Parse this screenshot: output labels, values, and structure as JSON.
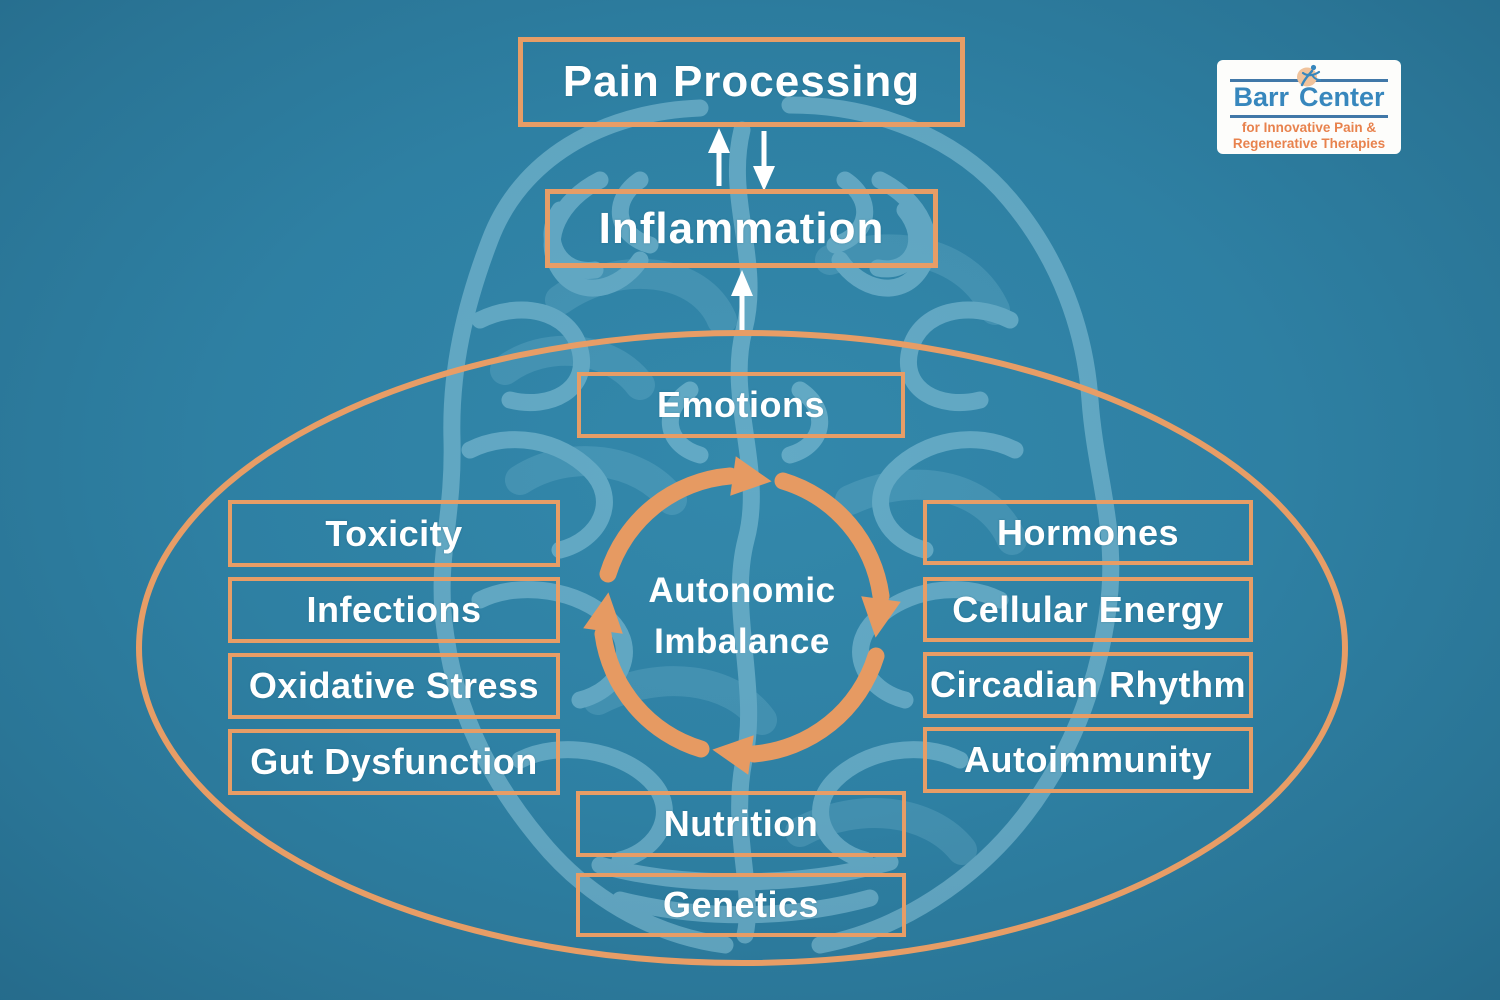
{
  "title": "Autonomic Imbalance pain cycle infographic",
  "colors": {
    "background_teal": "#2e80a3",
    "accent_orange": "#e79d66",
    "text_white": "#ffffff",
    "brain_sketch_blue": "#a6d9ea",
    "logo_blue": "#3787bd",
    "logo_orange": "#e8824d"
  },
  "top_flow": {
    "pain_processing": "Pain Processing",
    "inflammation": "Inflammation"
  },
  "cycle": {
    "center_line1": "Autonomic",
    "center_line2": "Imbalance",
    "top": "Emotions",
    "left": [
      "Toxicity",
      "Infections",
      "Oxidative Stress",
      "Gut Dysfunction"
    ],
    "right": [
      "Hormones",
      "Cellular Energy",
      "Circadian Rhythm",
      "Autoimmunity"
    ],
    "bottom": [
      "Nutrition",
      "Genetics"
    ]
  },
  "logo": {
    "name_first": "Barr",
    "name_second": "Center",
    "tagline_line1": "for Innovative Pain &",
    "tagline_line2": "Regenerative Therapies"
  }
}
